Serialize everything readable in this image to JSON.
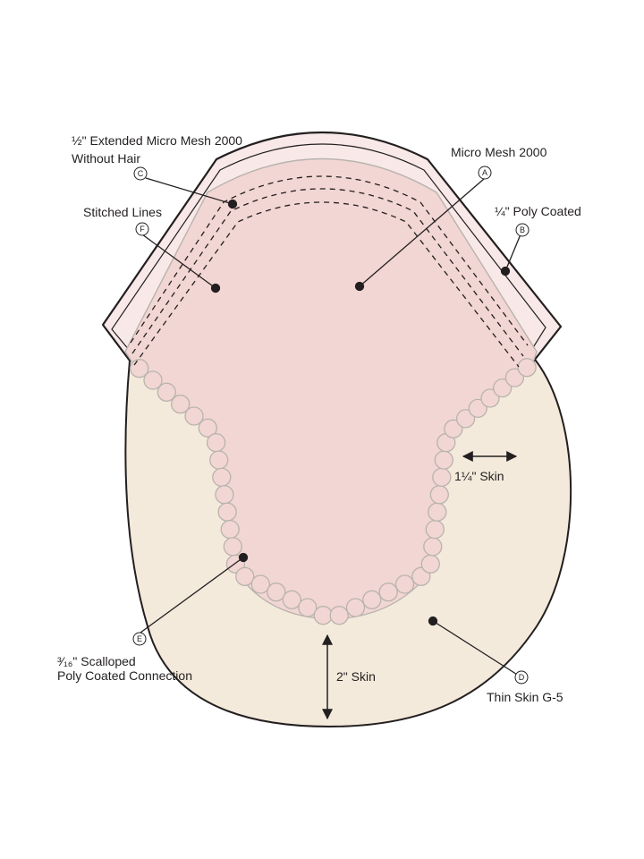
{
  "colors": {
    "skin": "#f3eadb",
    "mesh": "#f2d6d3",
    "extended": "#f8e9e8",
    "outline": "#231f20",
    "scallop_edge": "#b8b3ae"
  },
  "labels": {
    "extended_mesh_line1": "½\" Extended Micro Mesh 2000",
    "extended_mesh_line2": "Without Hair",
    "micro_mesh": "Micro Mesh 2000",
    "stitched_lines": "Stitched Lines",
    "poly_coated": "¼\" Poly Coated",
    "skin_width": "1¼\" Skin",
    "scalloped_line1": "³⁄₁₆\" Scalloped",
    "scalloped_line2": "Poly Coated Connection",
    "front_skin": "2\" Skin",
    "thin_skin": "Thin Skin G-5"
  },
  "badges": {
    "a": "A",
    "b": "B",
    "c": "C",
    "d": "D",
    "e": "E",
    "f": "F"
  }
}
